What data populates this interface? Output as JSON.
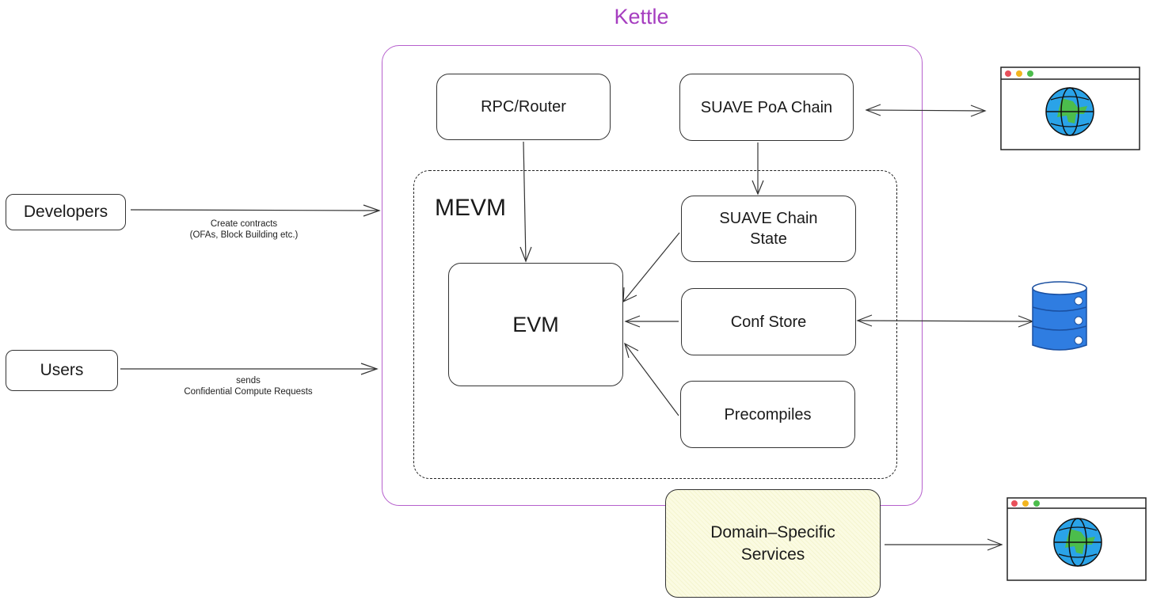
{
  "title": "Kettle",
  "colors": {
    "kettle_border": "#b660cd",
    "kettle_title": "#a63ec0",
    "domain_fill": "#fbfbe4",
    "db_blue": "#2f7de1",
    "globe_blue": "#2aa3e8",
    "globe_green": "#4cbd4c"
  },
  "mevm_label": "MEVM",
  "nodes": {
    "rpc_router": "RPC/Router",
    "suave_poa": "SUAVE PoA Chain",
    "suave_state": "SUAVE Chain\nState",
    "evm": "EVM",
    "conf_store": "Conf Store",
    "precompiles": "Precompiles",
    "domain_services": "Domain–Specific\nServices",
    "developers": "Developers",
    "users": "Users"
  },
  "edges": {
    "developers_label": "Create contracts\n(OFAs, Block Building etc.)",
    "users_label": "sends\nConfidential Compute Requests"
  },
  "icons": {
    "browser_top": "browser-globe-icon",
    "database": "database-icon",
    "browser_bottom": "browser-globe-icon"
  }
}
